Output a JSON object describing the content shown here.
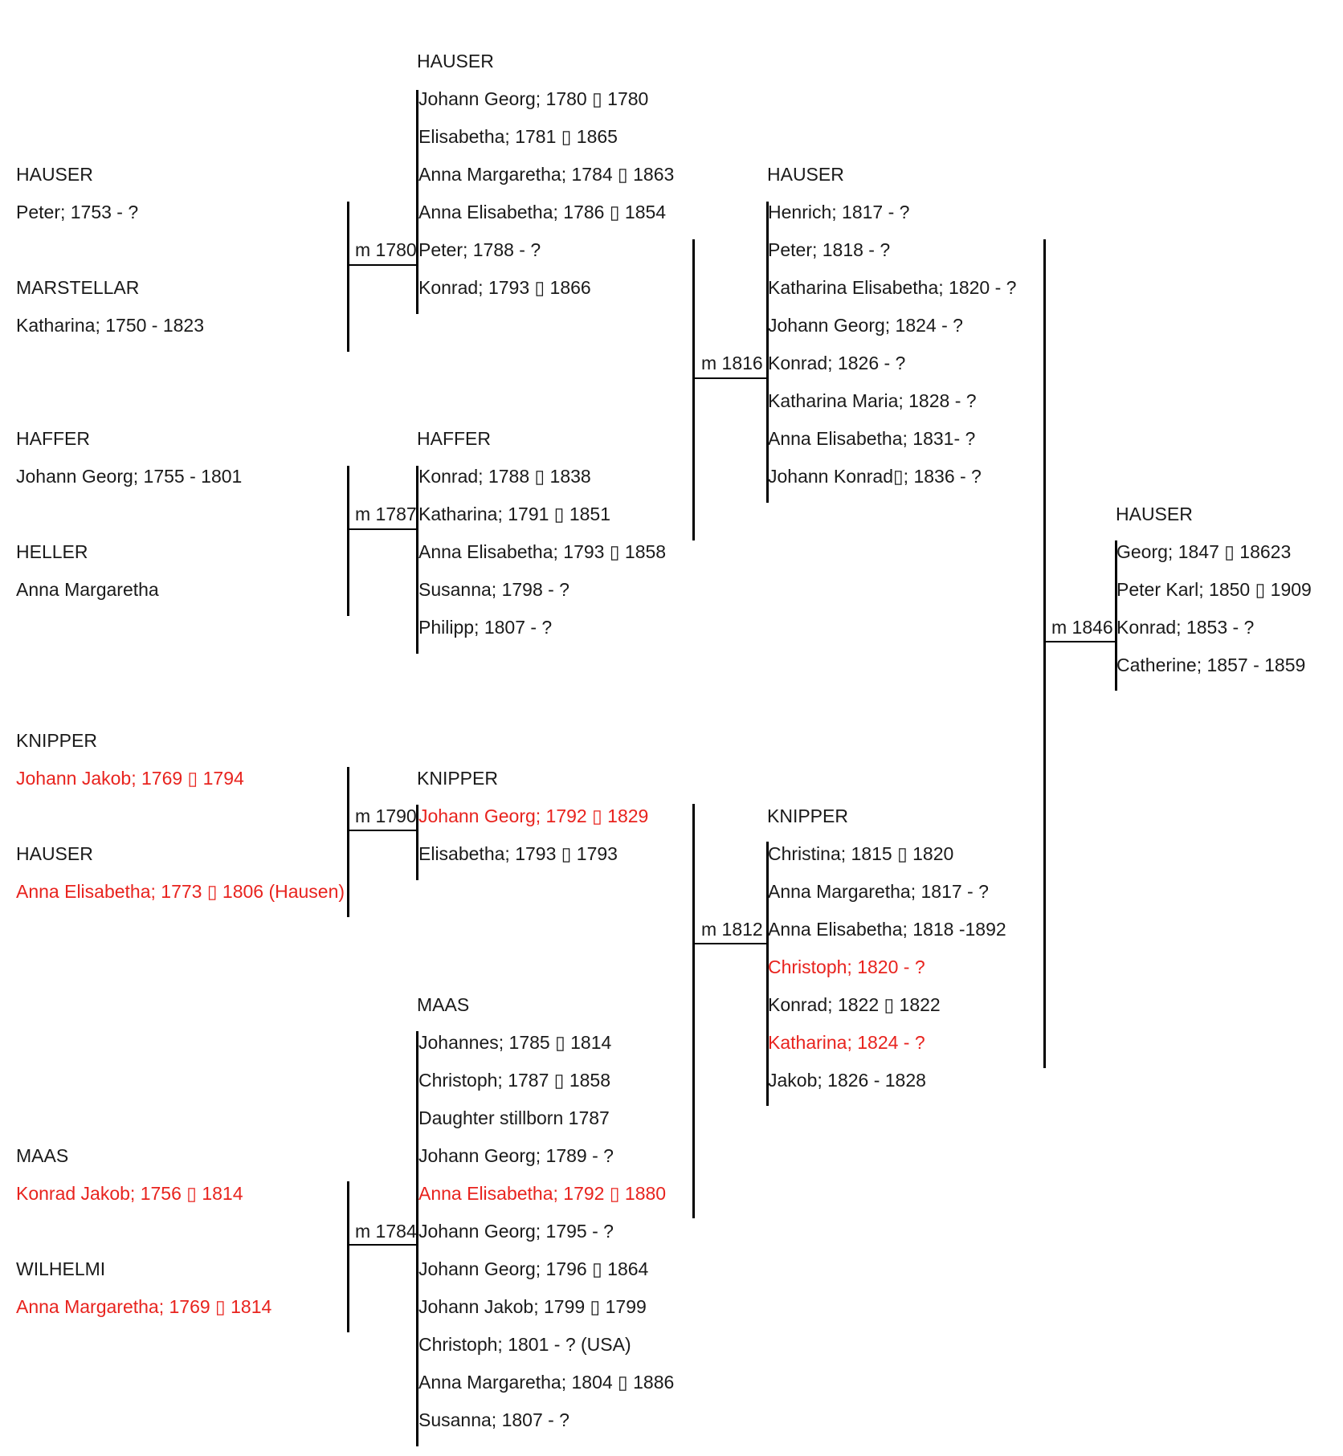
{
  "colors": {
    "text": "#1a1a1a",
    "highlight": "#e8231e",
    "lines": "#000000"
  },
  "g1": [
    {
      "surname": "HAUSER",
      "name": "Peter; 1753 - ?",
      "red": false
    },
    {
      "surname": "MARSTELLAR",
      "name": "Katharina; 1750 - 1823",
      "red": false
    },
    {
      "surname": "HAFFER",
      "name": "Johann Georg; 1755 - 1801",
      "red": false
    },
    {
      "surname": "HELLER",
      "name": "Anna Margaretha",
      "red": false
    },
    {
      "surname": "KNIPPER",
      "name": "Johann Jakob; 1769 ▯ 1794",
      "red": true
    },
    {
      "surname": "HAUSER",
      "name": "Anna Elisabetha; 1773 ▯ 1806 (Hausen)",
      "red": true
    },
    {
      "surname": "MAAS",
      "name": "Konrad Jakob; 1756 ▯ 1814",
      "red": true
    },
    {
      "surname": "WILHELMI",
      "name": "Anna Margaretha; 1769 ▯ 1814",
      "red": true
    }
  ],
  "families": [
    {
      "marriage": "m 1780",
      "surname": "HAUSER",
      "children": [
        {
          "text": "Johann Georg; 1780 ▯ 1780",
          "red": false
        },
        {
          "text": "Elisabetha; 1781 ▯ 1865",
          "red": false
        },
        {
          "text": "Anna Margaretha; 1784 ▯ 1863",
          "red": false
        },
        {
          "text": "Anna Elisabetha; 1786 ▯ 1854",
          "red": false
        },
        {
          "text": "Peter; 1788 - ?",
          "red": false
        },
        {
          "text": "Konrad; 1793 ▯ 1866",
          "red": false
        }
      ]
    },
    {
      "marriage": "m 1787",
      "surname": "HAFFER",
      "children": [
        {
          "text": "Konrad; 1788 ▯ 1838",
          "red": false
        },
        {
          "text": "Katharina; 1791 ▯ 1851",
          "red": false
        },
        {
          "text": "Anna Elisabetha; 1793 ▯ 1858",
          "red": false
        },
        {
          "text": "Susanna; 1798 - ?",
          "red": false
        },
        {
          "text": "Philipp; 1807 - ?",
          "red": false
        }
      ]
    },
    {
      "marriage": "m 1790",
      "surname": "KNIPPER",
      "children": [
        {
          "text": "Johann Georg; 1792 ▯ 1829",
          "red": true
        },
        {
          "text": "Elisabetha; 1793 ▯ 1793",
          "red": false
        }
      ]
    },
    {
      "marriage": "m 1784",
      "surname": "MAAS",
      "children": [
        {
          "text": "Johannes; 1785 ▯ 1814",
          "red": false
        },
        {
          "text": "Christoph; 1787 ▯ 1858",
          "red": false
        },
        {
          "text": "Daughter stillborn 1787",
          "red": false
        },
        {
          "text": "Johann Georg; 1789 - ?",
          "red": false
        },
        {
          "text": "Anna Elisabetha; 1792 ▯ 1880",
          "red": true
        },
        {
          "text": "Johann Georg; 1795 - ?",
          "red": false
        },
        {
          "text": "Johann Georg; 1796 ▯ 1864",
          "red": false
        },
        {
          "text": "Johann Jakob; 1799 ▯ 1799",
          "red": false
        },
        {
          "text": "Christoph; 1801 - ? (USA)",
          "red": false
        },
        {
          "text": "Anna Margaretha; 1804 ▯ 1886",
          "red": false
        },
        {
          "text": "Susanna; 1807 - ?",
          "red": false
        }
      ]
    },
    {
      "marriage": "m 1816",
      "surname": "HAUSER",
      "children": [
        {
          "text": "Henrich; 1817 - ?",
          "red": false
        },
        {
          "text": "Peter; 1818 - ?",
          "red": false
        },
        {
          "text": "Katharina Elisabetha; 1820 - ?",
          "red": false
        },
        {
          "text": "Johann Georg; 1824 - ?",
          "red": false
        },
        {
          "text": "Konrad; 1826 - ?",
          "red": false
        },
        {
          "text": "Katharina Maria; 1828 - ?",
          "red": false
        },
        {
          "text": "Anna Elisabetha; 1831- ?",
          "red": false
        },
        {
          "text": "Johann Konrad▯; 1836 - ?",
          "red": false
        }
      ]
    },
    {
      "marriage": "m 1812",
      "surname": "KNIPPER",
      "children": [
        {
          "text": "Christina; 1815 ▯ 1820",
          "red": false
        },
        {
          "text": "Anna Margaretha; 1817 - ?",
          "red": false
        },
        {
          "text": "Anna Elisabetha; 1818 -1892",
          "red": false
        },
        {
          "text": "Christoph; 1820 - ?",
          "red": true
        },
        {
          "text": "Konrad; 1822 ▯ 1822",
          "red": false
        },
        {
          "text": "Katharina; 1824 - ?",
          "red": true
        },
        {
          "text": "Jakob; 1826 - 1828",
          "red": false
        }
      ]
    },
    {
      "marriage": "m 1846",
      "surname": "HAUSER",
      "children": [
        {
          "text": "Georg; 1847 ▯ 18623",
          "red": false
        },
        {
          "text": "Peter Karl; 1850 ▯ 1909",
          "red": false
        },
        {
          "text": "Konrad; 1853 - ?",
          "red": false
        },
        {
          "text": "Catherine; 1857 - 1859",
          "red": false
        }
      ]
    }
  ]
}
